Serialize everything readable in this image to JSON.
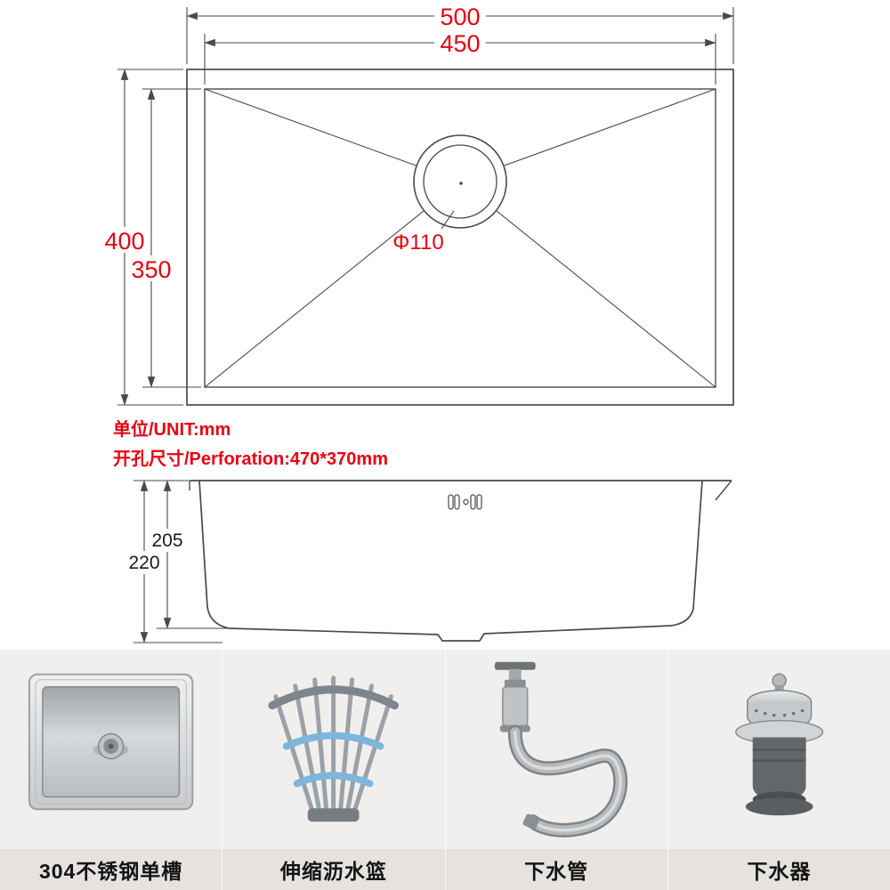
{
  "colors": {
    "dimension_red": "#e60012",
    "line_gray": "#4a4a4a",
    "strip_background": "#f1efee",
    "label_background": "#e5e2df"
  },
  "top_view": {
    "outer_width": "500",
    "inner_width": "450",
    "outer_length": "400",
    "inner_length": "350",
    "drain_diameter": "Φ110"
  },
  "side_view": {
    "total_depth": "220",
    "inner_depth": "205"
  },
  "notes": {
    "unit": "单位/UNIT:mm",
    "perforation": "开孔尺寸/Perforation:470*370mm"
  },
  "products": [
    {
      "label": "304不锈钢单槽",
      "icon": "sink-photo"
    },
    {
      "label": "伸缩沥水篮",
      "icon": "extendable-drain-basket"
    },
    {
      "label": "下水管",
      "icon": "drain-pipe"
    },
    {
      "label": "下水器",
      "icon": "drain-strainer"
    }
  ]
}
